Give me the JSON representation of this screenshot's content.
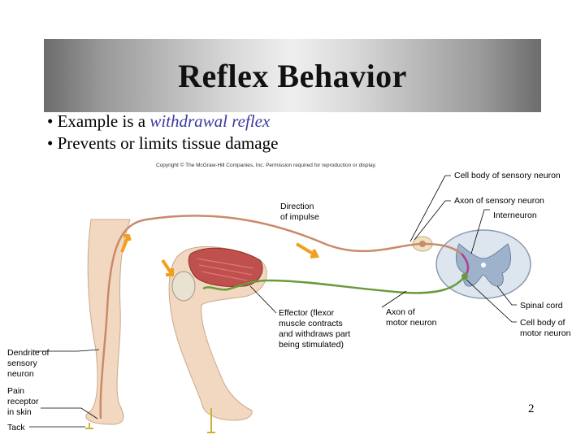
{
  "slide": {
    "title": "Reflex Behavior",
    "bullets": [
      {
        "prefix": "• Example is a ",
        "emphasis": "withdrawal reflex"
      },
      {
        "prefix": "• Prevents or limits tissue damage",
        "emphasis": ""
      }
    ],
    "copyright": "Copyright © The McGraw-Hill Companies, Inc. Permission required for reproduction or display.",
    "page_number": "2"
  },
  "diagram": {
    "labels": {
      "cell_body_sensory": "Cell body of sensory neuron",
      "axon_sensory": "Axon of sensory neuron",
      "interneuron": "Interneuron",
      "direction_impulse": "Direction\nof impulse",
      "effector": "Effector (flexor\nmuscle contracts\nand withdraws part\nbeing stimulated)",
      "axon_motor": "Axon of\nmotor neuron",
      "spinal_cord": "Spinal cord",
      "cell_body_motor": "Cell body of\nmotor neuron",
      "dendrite_sensory": "Dendrite of\nsensory\nneuron",
      "pain_receptor": "Pain\nreceptor\nin skin",
      "tack": "Tack"
    },
    "colors": {
      "sensory_neuron": "#c98a6a",
      "motor_neuron": "#6a9a3a",
      "arrow": "#f0a020",
      "skin": "#f2d8c0",
      "muscle": "#c0504d"
    }
  }
}
